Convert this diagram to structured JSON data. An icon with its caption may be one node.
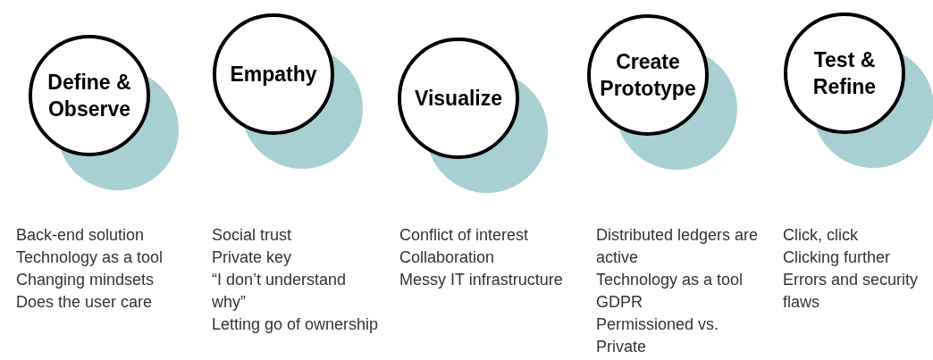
{
  "diagram": {
    "nodes": [
      {
        "text": [
          "Define & Observe"
        ],
        "beside": [
          "Back-end solution",
          "Technology as a tool",
          "Changing mindsets",
          "Does the user care"
        ]
      },
      {
        "text": [
          "Empathy"
        ],
        "beside": [
          "Social trust",
          "Private key",
          "“I don’t understand why”",
          "Letting go of ownership"
        ]
      },
      {
        "text": [
          "Visualize"
        ],
        "beside": [
          "Conflict of interest",
          "Collaboration",
          "Messy IT infrastructure"
        ]
      },
      {
        "text": [
          "Create Prototype"
        ],
        "beside": [
          "Distributed ledgers are active",
          "Technology as a tool",
          "GDPR",
          "Permissioned vs. Private"
        ]
      },
      {
        "text": [
          "Test & Refine"
        ],
        "beside": [
          "Click, click",
          "Clicking further",
          "Errors and security flaws"
        ]
      }
    ]
  }
}
